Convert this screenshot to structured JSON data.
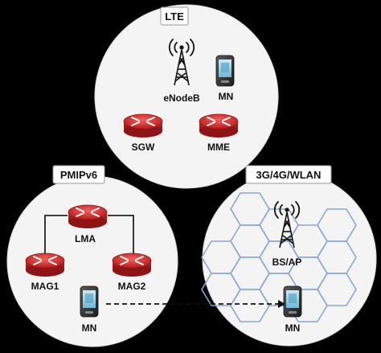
{
  "regions": {
    "lte": {
      "label": "LTE",
      "enodeb": "eNodeB",
      "mn": "MN",
      "sgw": "SGW",
      "mme": "MME"
    },
    "pmip": {
      "label": "PMIPv6",
      "lma": "LMA",
      "mag1": "MAG1",
      "mag2": "MAG2",
      "mn": "MN"
    },
    "wlan": {
      "label": "3G/4G/WLAN",
      "bsap": "BS/AP",
      "mn": "MN"
    }
  },
  "colors": {
    "background": "#000000",
    "circle_fill": "#f4f4f4",
    "router": "#cc2a2a",
    "hex_grid": "#8aa6d6",
    "phone_screen": "#9fd0e6"
  },
  "icons": [
    "tower-icon",
    "phone-icon",
    "router-icon"
  ]
}
